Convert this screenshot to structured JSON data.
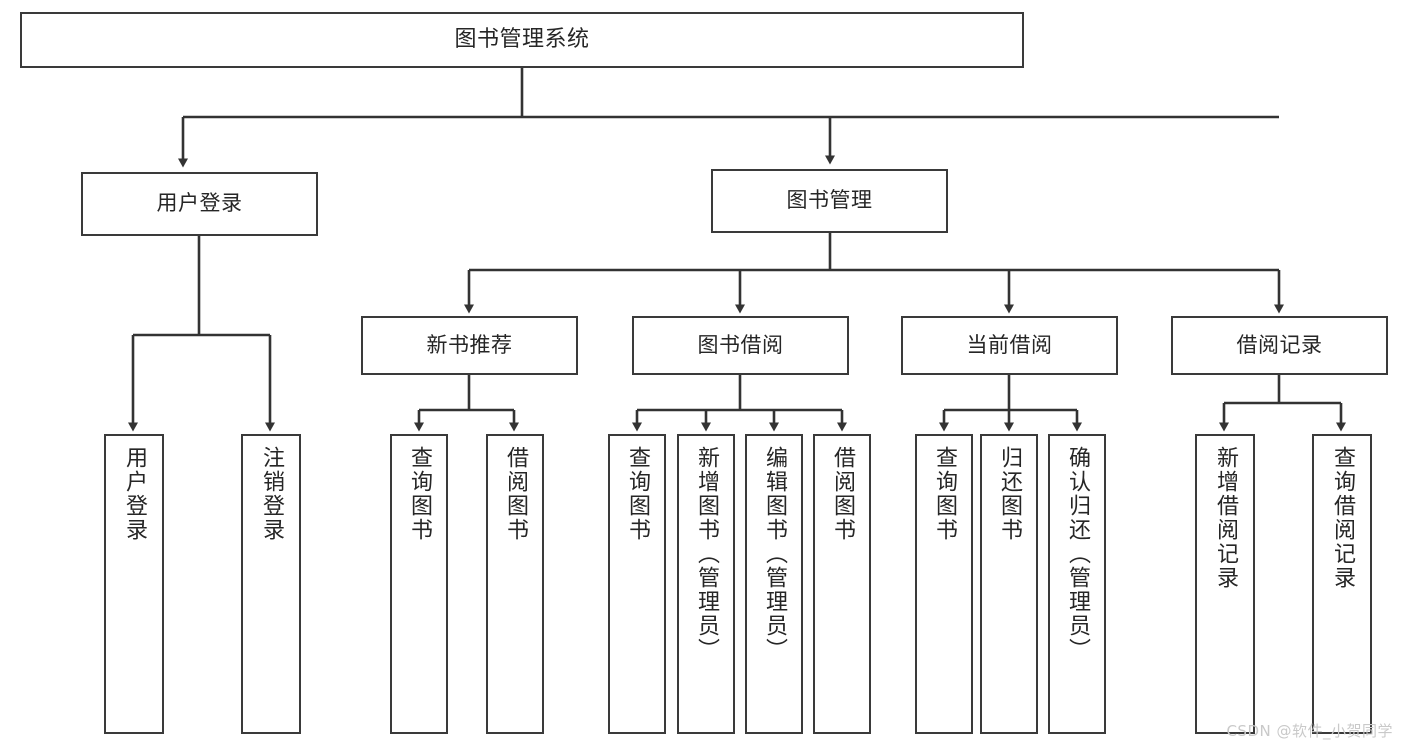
{
  "diagram": {
    "title": "图书管理系统",
    "type": "tree",
    "watermark": "CSDN @软件_小贺同学",
    "colors": {
      "background": "#ffffff",
      "node_fill": "#ffffff",
      "node_border": "#3a3a3a",
      "edge": "#333333",
      "text": "#262626",
      "watermark": "#c9c9c9"
    },
    "nodes": {
      "root": {
        "label": "图书管理系统"
      },
      "level2": [
        {
          "id": "user-login",
          "label": "用户登录"
        },
        {
          "id": "book-manage",
          "label": "图书管理"
        }
      ],
      "level3": [
        {
          "id": "new-book-recommend",
          "label": "新书推荐"
        },
        {
          "id": "book-borrow",
          "label": "图书借阅"
        },
        {
          "id": "current-borrow",
          "label": "当前借阅"
        },
        {
          "id": "borrow-record",
          "label": "借阅记录"
        }
      ],
      "leaves": {
        "user_login": [
          {
            "id": "leaf-user-login",
            "label": "用户登录"
          },
          {
            "id": "leaf-logout-login",
            "label": "注销登录"
          }
        ],
        "new_book_recommend": [
          {
            "id": "leaf-query-book-1",
            "label": "查询图书"
          },
          {
            "id": "leaf-borrow-book-1",
            "label": "借阅图书"
          }
        ],
        "book_borrow": [
          {
            "id": "leaf-query-book-2",
            "label": "查询图书"
          },
          {
            "id": "leaf-add-book",
            "label": "新增图书（管理员）"
          },
          {
            "id": "leaf-edit-book",
            "label": "编辑图书（管理员）"
          },
          {
            "id": "leaf-borrow-book-2",
            "label": "借阅图书"
          }
        ],
        "current_borrow": [
          {
            "id": "leaf-query-book-3",
            "label": "查询图书"
          },
          {
            "id": "leaf-return-book",
            "label": "归还图书"
          },
          {
            "id": "leaf-confirm-return",
            "label": "确认归还（管理员）"
          }
        ],
        "borrow_record": [
          {
            "id": "leaf-add-record",
            "label": "新增借阅记录"
          },
          {
            "id": "leaf-query-record",
            "label": "查询借阅记录"
          }
        ]
      }
    }
  }
}
